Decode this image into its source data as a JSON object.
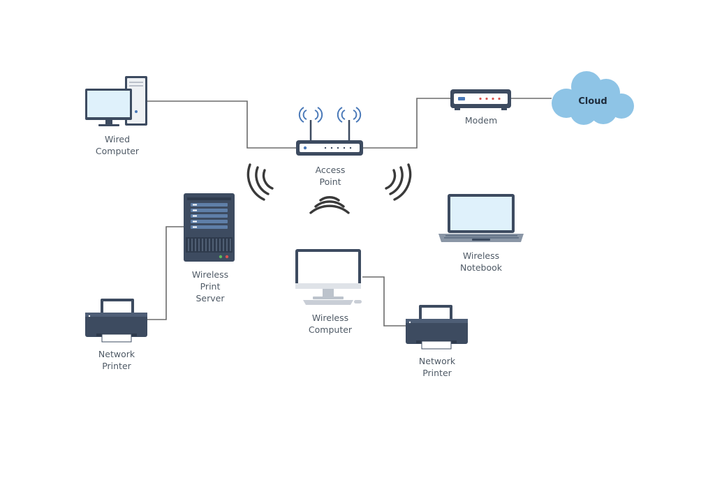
{
  "nodes": {
    "wired_computer": {
      "line1": "Wired",
      "line2": "Computer"
    },
    "access_point": {
      "line1": "Access",
      "line2": "Point"
    },
    "modem": {
      "label": "Modem"
    },
    "cloud": {
      "label": "Cloud"
    },
    "wireless_print_server": {
      "line1": "Wireless",
      "line2": "Print",
      "line3": "Server"
    },
    "wireless_notebook": {
      "line1": "Wireless",
      "line2": "Notebook"
    },
    "wireless_computer": {
      "line1": "Wireless",
      "line2": "Computer"
    },
    "network_printer_left": {
      "line1": "Network",
      "line2": "Printer"
    },
    "network_printer_right": {
      "line1": "Network",
      "line2": "Printer"
    }
  },
  "colors": {
    "device_dark": "#3d4b60",
    "device_screen": "#dff1fb",
    "cloud_fill": "#8ec4e6",
    "cable": "#6b6b6b",
    "wave": "#3a3a3a",
    "antenna_signal": "#4a79b8"
  }
}
